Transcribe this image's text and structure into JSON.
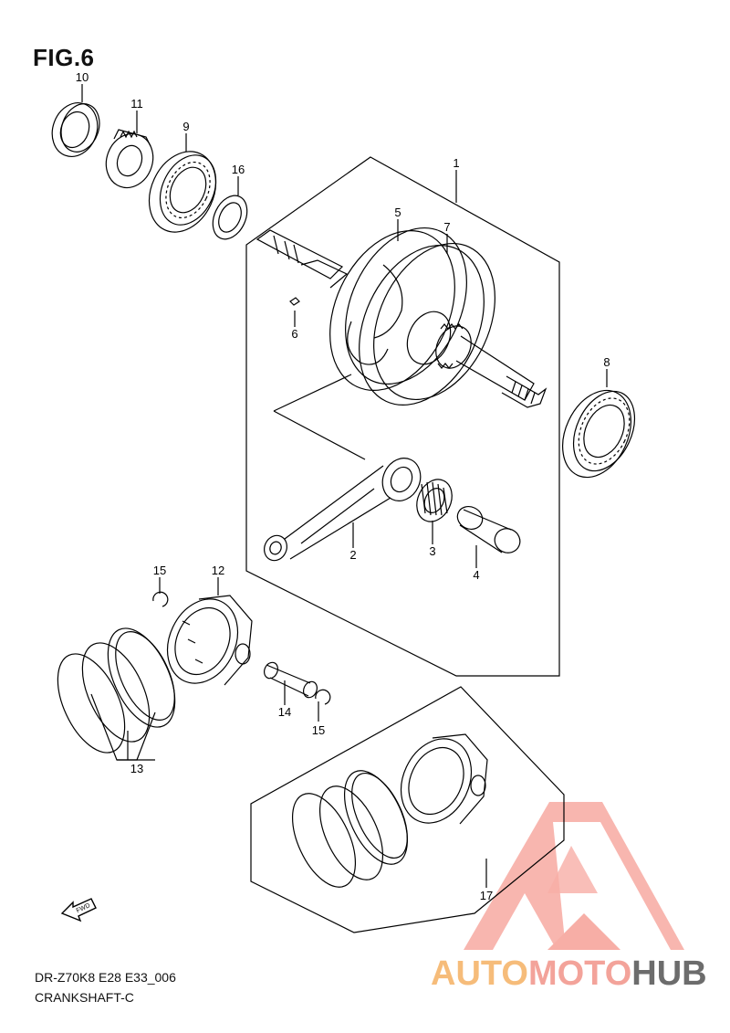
{
  "figure": {
    "title": "FIG.6",
    "model_code": "DR-Z70K8 E28 E33_006",
    "section": "CRANKSHAFT-C"
  },
  "callouts": [
    {
      "id": "c1",
      "label": "1"
    },
    {
      "id": "c2",
      "label": "2"
    },
    {
      "id": "c3",
      "label": "3"
    },
    {
      "id": "c4",
      "label": "4"
    },
    {
      "id": "c5",
      "label": "5"
    },
    {
      "id": "c6",
      "label": "6"
    },
    {
      "id": "c7",
      "label": "7"
    },
    {
      "id": "c8",
      "label": "8"
    },
    {
      "id": "c9",
      "label": "9"
    },
    {
      "id": "c10",
      "label": "10"
    },
    {
      "id": "c11",
      "label": "11"
    },
    {
      "id": "c12",
      "label": "12"
    },
    {
      "id": "c13",
      "label": "13"
    },
    {
      "id": "c14",
      "label": "14"
    },
    {
      "id": "c15a",
      "label": "15"
    },
    {
      "id": "c15b",
      "label": "15"
    },
    {
      "id": "c16",
      "label": "16"
    },
    {
      "id": "c17",
      "label": "17"
    }
  ],
  "fwd_arrow": {
    "label": "FWD",
    "icon": "fwd-arrow-icon"
  },
  "watermark": {
    "part1": "AUTO",
    "part2": "MOTO",
    "part3": "HUB",
    "logo_color": "#f08a80"
  }
}
